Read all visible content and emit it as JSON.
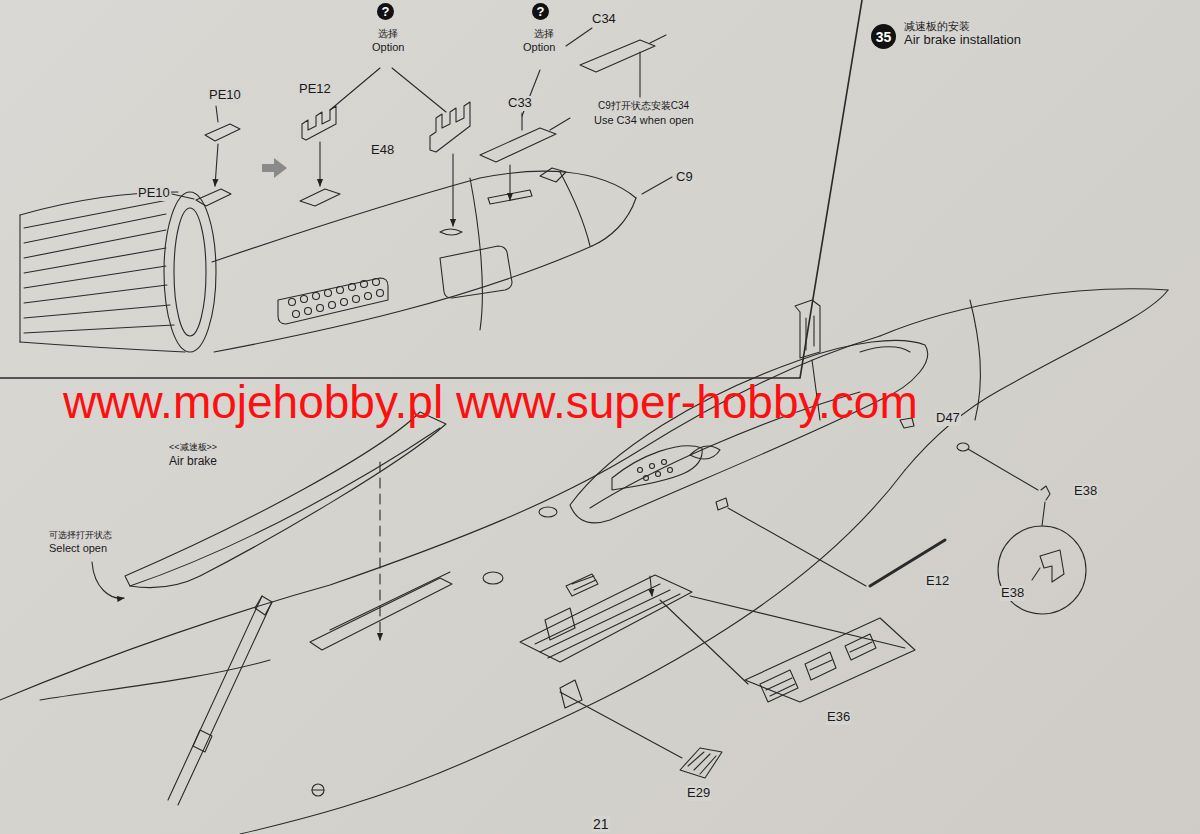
{
  "diagram": {
    "nodes": [
      {
        "text": [
          "?",
          "选择",
          "Option"
        ]
      },
      {
        "text": [
          "?",
          "选择",
          "Option"
        ]
      },
      {
        "text": [
          "35",
          "减速板的安装",
          "Air brake installation"
        ]
      }
    ],
    "labels": [
      "PE10",
      "PE12",
      "E48",
      "C34",
      "C33",
      "C9打开状态安装C34",
      "Use C34 when open",
      "PE10",
      "C9",
      "<<减速板>>",
      "Air brake",
      "www.mojehobby.pl www.super-hobby.com",
      "D47",
      "E38",
      "可选择打开状态",
      "Select open",
      "E12",
      "E38",
      "E36",
      "E29",
      "21"
    ]
  }
}
